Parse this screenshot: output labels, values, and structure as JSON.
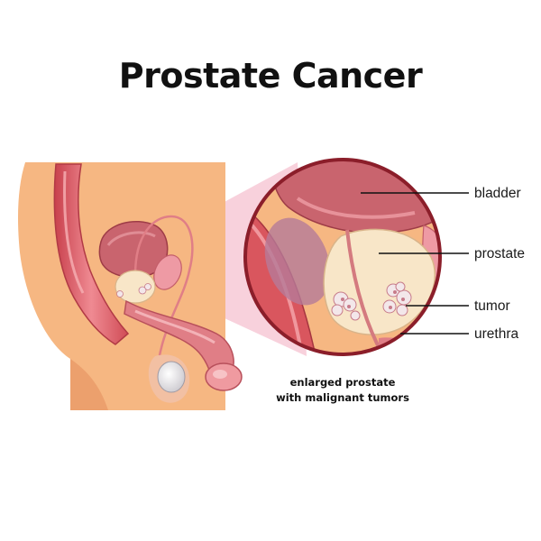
{
  "title": "Prostate Cancer",
  "labels": {
    "bladder": "bladder",
    "prostate": "prostate",
    "tumor": "tumor",
    "urethra": "urethra"
  },
  "caption": {
    "line1": "enlarged prostate",
    "line2": "with malignant tumors"
  },
  "colors": {
    "skin": "#f6b782",
    "skin_shadow": "#e89a66",
    "muscle": "#d9565e",
    "muscle_light": "#ef8f94",
    "organ": "#c9646e",
    "prostate": "#f8e6c8",
    "tumor": "#f3e7ea",
    "magnify_ring": "#8b1e2a",
    "magnify_beam": "#f7c9d6"
  }
}
